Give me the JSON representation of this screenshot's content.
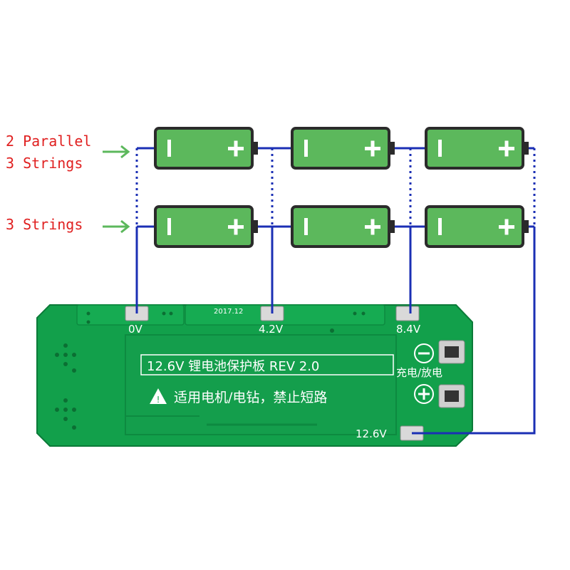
{
  "labels": {
    "parallel_line1": "2 Parallel",
    "parallel_line2": "3 Strings",
    "strings": "3 Strings"
  },
  "battery": {
    "minus_symbol": "|",
    "plus_symbol": "+"
  },
  "board": {
    "title": "12.6V 锂电池保护板 REV 2.0",
    "warning": "适用电机/电钻，禁止短路",
    "warning_icon": "!",
    "charge_discharge": "充电/放电",
    "date_code": "2017.12",
    "pads": [
      "0V",
      "4.2V",
      "8.4V",
      "12.6V"
    ],
    "minus_symbol": "−",
    "plus_symbol": "+"
  },
  "colors": {
    "wire": "#1b2fb4",
    "arrow": "#5cb85c",
    "battery_fill": "#5cb85c",
    "battery_outline": "#2b2b2b",
    "pcb": "#12a04b",
    "label_red": "#e02020"
  },
  "icons": {
    "arrow": "right-arrow-icon",
    "battery": "battery-icon",
    "warning": "warning-icon",
    "minus": "minus-circle-icon",
    "plus": "plus-circle-icon"
  }
}
